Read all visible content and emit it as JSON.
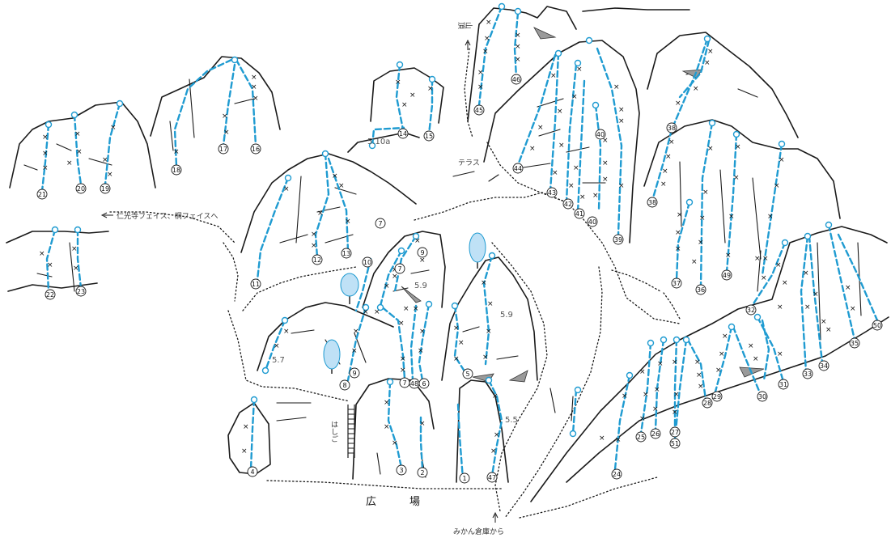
{
  "labels": {
    "summit": "山頂",
    "terrace": "テラス",
    "to_faces": "仁光寺フェイス、桐フェイスへ",
    "ladder": "はしご",
    "plaza": "広　場",
    "from_warehouse": "みかん倉庫から"
  },
  "grades": {
    "g510a": "5.10a",
    "g59a": "5.9",
    "g59b": "5.9",
    "g57": "5.7",
    "g55": "5.5"
  },
  "bolt_mark": "×",
  "routes": [
    {
      "number": "1"
    },
    {
      "number": "2"
    },
    {
      "number": "3"
    },
    {
      "number": "4"
    },
    {
      "number": "5"
    },
    {
      "number": "6"
    },
    {
      "number": "7"
    },
    {
      "number": "8"
    },
    {
      "number": "9"
    },
    {
      "number": "10"
    },
    {
      "number": "11"
    },
    {
      "number": "12"
    },
    {
      "number": "13"
    },
    {
      "number": "14"
    },
    {
      "number": "15"
    },
    {
      "number": "16"
    },
    {
      "number": "17"
    },
    {
      "number": "18"
    },
    {
      "number": "19"
    },
    {
      "number": "20"
    },
    {
      "number": "21"
    },
    {
      "number": "22"
    },
    {
      "number": "23"
    },
    {
      "number": "24"
    },
    {
      "number": "25"
    },
    {
      "number": "26"
    },
    {
      "number": "27"
    },
    {
      "number": "28"
    },
    {
      "number": "29"
    },
    {
      "number": "30"
    },
    {
      "number": "31"
    },
    {
      "number": "32"
    },
    {
      "number": "33"
    },
    {
      "number": "34"
    },
    {
      "number": "35"
    },
    {
      "number": "36"
    },
    {
      "number": "37"
    },
    {
      "number": "38"
    },
    {
      "number": "39"
    },
    {
      "number": "40"
    },
    {
      "number": "41"
    },
    {
      "number": "42"
    },
    {
      "number": "43"
    },
    {
      "number": "44"
    },
    {
      "number": "45"
    },
    {
      "number": "46"
    },
    {
      "number": "47"
    },
    {
      "number": "48"
    },
    {
      "number": "49"
    },
    {
      "number": "50"
    },
    {
      "number": "51"
    }
  ]
}
